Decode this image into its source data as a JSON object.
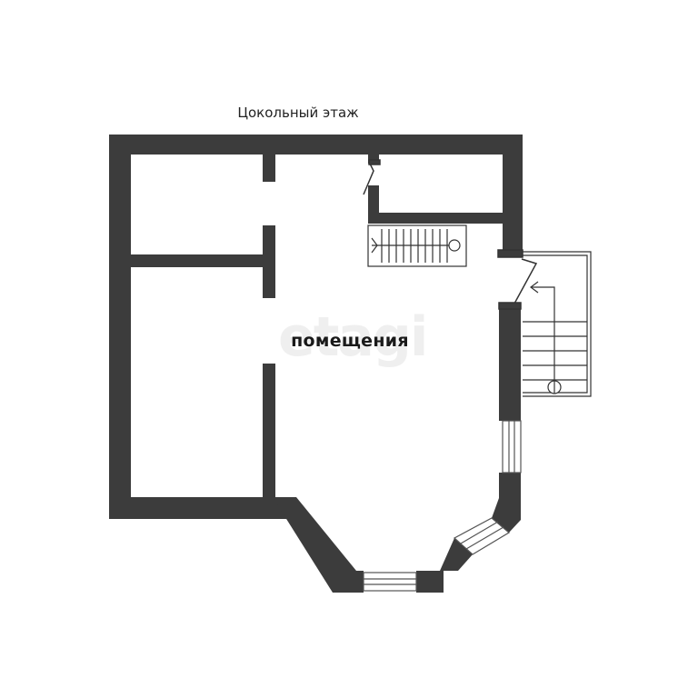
{
  "plan": {
    "title": "Цокольный этаж",
    "room_label": "помещения",
    "watermark": "etagi",
    "wall_color": "#3c3c3c",
    "line_color": "#444444"
  }
}
